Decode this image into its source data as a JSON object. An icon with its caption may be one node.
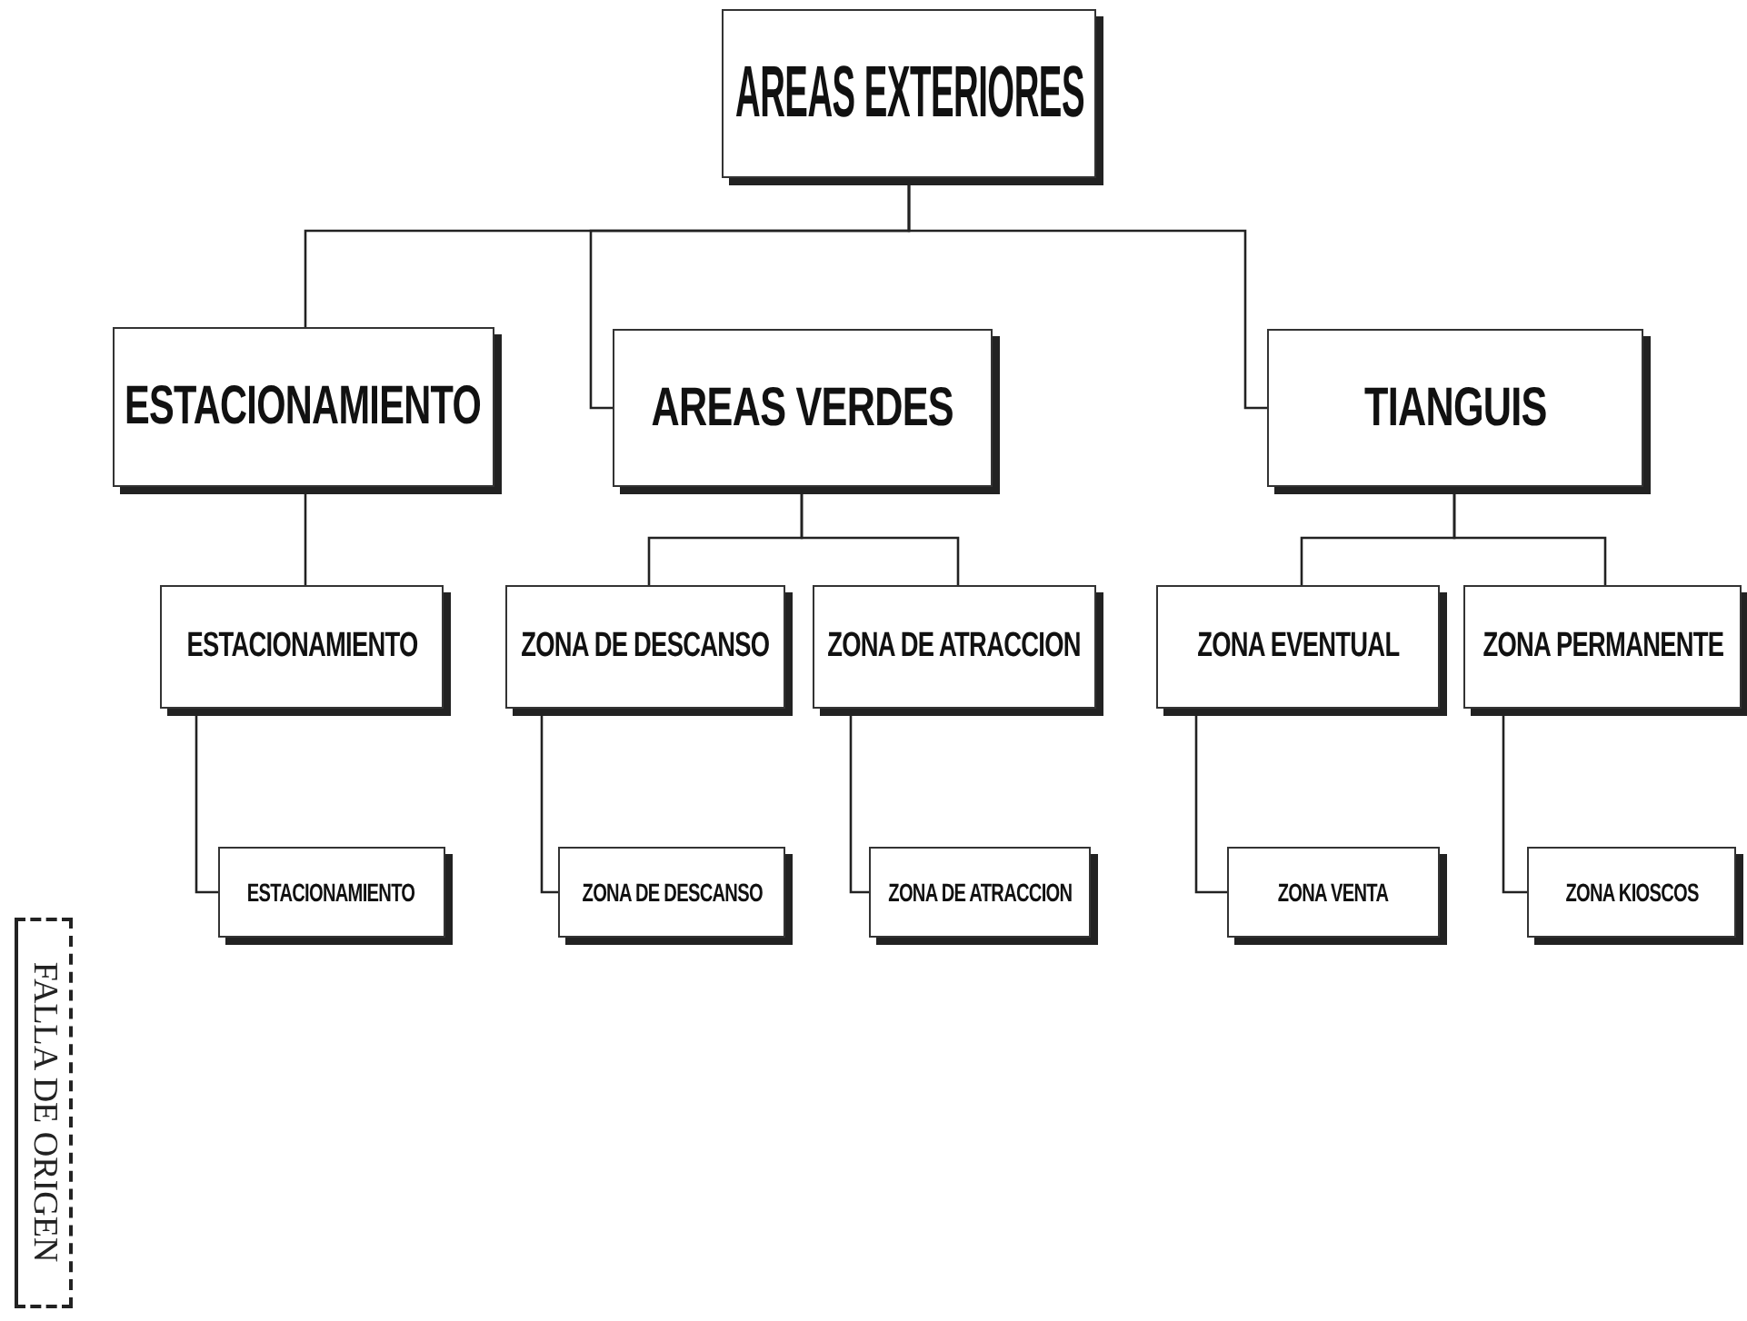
{
  "diagram": {
    "nodes": [
      {
        "text": [
          "AREAS EXTERIORES"
        ]
      },
      {
        "text": [
          "ESTACIONAMIENTO"
        ]
      },
      {
        "text": [
          "AREAS VERDES"
        ]
      },
      {
        "text": [
          "TIANGUIS"
        ]
      },
      {
        "text": [
          "ESTACIONAMIENTO"
        ]
      },
      {
        "text": [
          "ZONA DE DESCANSO"
        ]
      },
      {
        "text": [
          "ZONA DE ATRACCION"
        ]
      },
      {
        "text": [
          "ZONA EVENTUAL"
        ]
      },
      {
        "text": [
          "ZONA PERMANENTE"
        ]
      },
      {
        "text": [
          "ESTACIONAMIENTO"
        ]
      },
      {
        "text": [
          "ZONA DE DESCANSO"
        ]
      },
      {
        "text": [
          "ZONA DE ATRACCION"
        ]
      },
      {
        "text": [
          "ZONA VENTA"
        ]
      },
      {
        "text": [
          "ZONA KIOSCOS"
        ]
      }
    ],
    "edges": [
      {
        "from": 0,
        "to": 1,
        "arrow": "none"
      },
      {
        "from": 0,
        "to": 2,
        "arrow": "none"
      },
      {
        "from": 0,
        "to": 3,
        "arrow": "none"
      },
      {
        "from": 1,
        "to": 4,
        "arrow": "none"
      },
      {
        "from": 2,
        "to": 5,
        "arrow": "none"
      },
      {
        "from": 2,
        "to": 6,
        "arrow": "none"
      },
      {
        "from": 3,
        "to": 7,
        "arrow": "none"
      },
      {
        "from": 3,
        "to": 8,
        "arrow": "none"
      },
      {
        "from": 4,
        "to": 9,
        "arrow": "none"
      },
      {
        "from": 5,
        "to": 10,
        "arrow": "none"
      },
      {
        "from": 6,
        "to": 11,
        "arrow": "none"
      },
      {
        "from": 7,
        "to": 12,
        "arrow": "none"
      },
      {
        "from": 8,
        "to": 13,
        "arrow": "none"
      }
    ],
    "labels": [
      "FALLA DE ORIGEN"
    ]
  }
}
